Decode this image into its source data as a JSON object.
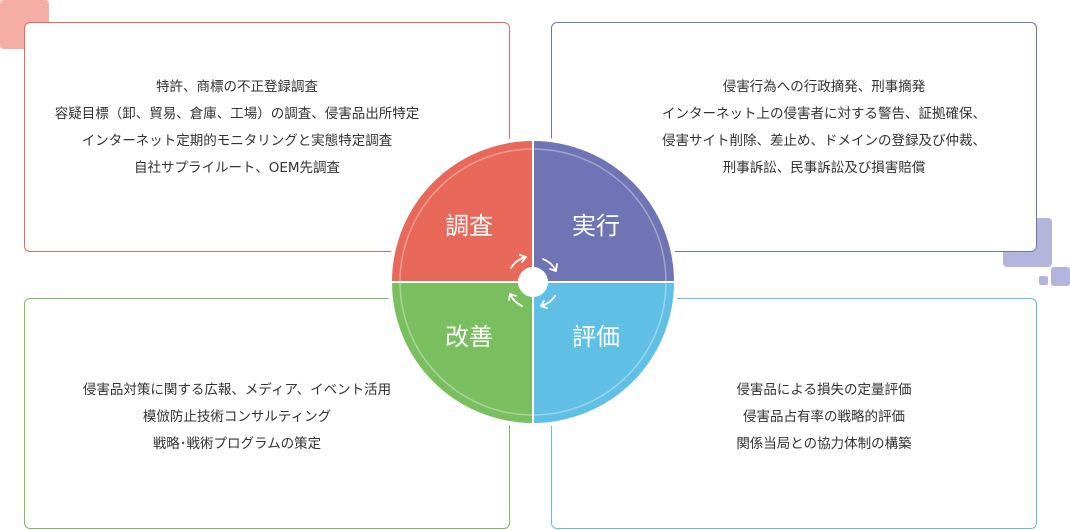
{
  "colors": {
    "investigate": "#e8685a",
    "execute": "#6f74b4",
    "improve": "#7abf5f",
    "evaluate": "#5fbfe4",
    "deco_red": "#f5aea6",
    "deco_purple": "#b3b5dc"
  },
  "cycle": {
    "investigate": "調査",
    "execute": "実行",
    "improve": "改善",
    "evaluate": "評価"
  },
  "panels": {
    "top_left": [
      "特許、商標の不正登録調査",
      "容疑目標（卸、貿易、倉庫、工場）の調査、侵害品出所特定",
      "インターネット定期的モニタリングと実態特定調査",
      "自社サプライルート、OEM先調査"
    ],
    "top_right": [
      "侵害行為への行政摘発、刑事摘発",
      "インターネット上の侵害者に対する警告、証拠確保、",
      "侵害サイト削除、差止め、ドメインの登録及び仲裁、",
      "刑事訴訟、民事訴訟及び損害賠償"
    ],
    "bottom_left": [
      "侵害品対策に関する広報、メディア、イベント活用",
      "模倣防止技術コンサルティング",
      "戦略･戦術プログラムの策定"
    ],
    "bottom_right": [
      "侵害品による損失の定量評価",
      "侵害品占有率の戦略的評価",
      "関係当局との協力体制の構築"
    ]
  }
}
